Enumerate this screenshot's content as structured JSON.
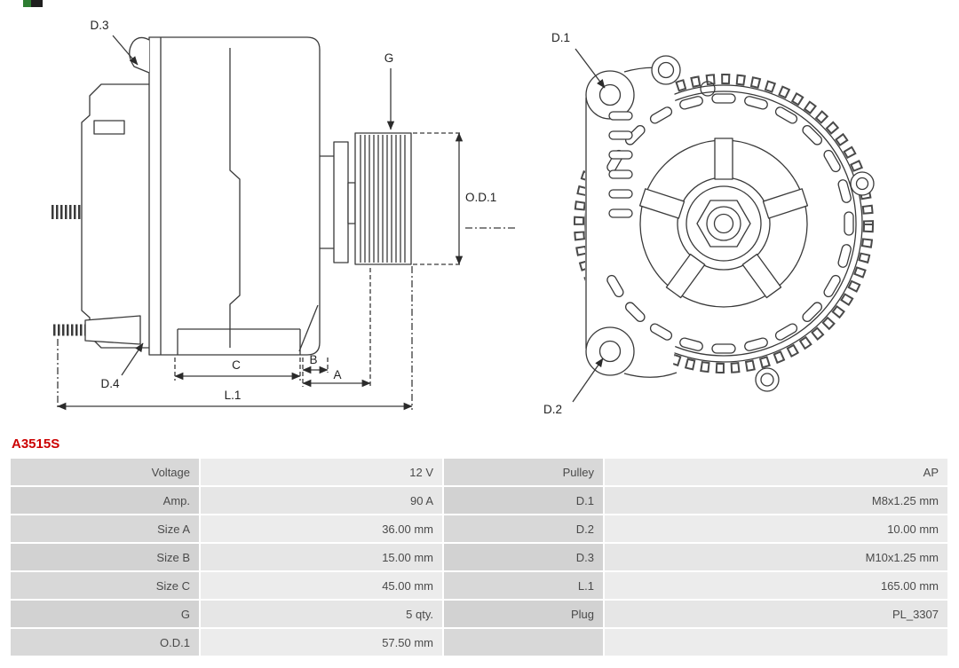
{
  "page": {
    "part_number": "A3515S",
    "part_number_color": "#cc0000"
  },
  "diagram": {
    "labels": {
      "d1": "D.1",
      "d2": "D.2",
      "d3": "D.3",
      "d4": "D.4",
      "g": "G",
      "od1": "O.D.1",
      "a": "A",
      "b": "B",
      "c": "C",
      "l1": "L.1"
    }
  },
  "spec_table": {
    "rows": [
      {
        "label_left": "Voltage",
        "value_left": "12 V",
        "label_right": "Pulley",
        "value_right": "AP"
      },
      {
        "label_left": "Amp.",
        "value_left": "90 A",
        "label_right": "D.1",
        "value_right": "M8x1.25 mm"
      },
      {
        "label_left": "Size A",
        "value_left": "36.00 mm",
        "label_right": "D.2",
        "value_right": "10.00 mm"
      },
      {
        "label_left": "Size B",
        "value_left": "15.00 mm",
        "label_right": "D.3",
        "value_right": "M10x1.25 mm"
      },
      {
        "label_left": "Size C",
        "value_left": "45.00 mm",
        "label_right": "L.1",
        "value_right": "165.00 mm"
      },
      {
        "label_left": "G",
        "value_left": "5 qty.",
        "label_right": "Plug",
        "value_right": "PL_3307"
      },
      {
        "label_left": "O.D.1",
        "value_left": "57.50 mm",
        "label_right": "",
        "value_right": ""
      }
    ]
  }
}
